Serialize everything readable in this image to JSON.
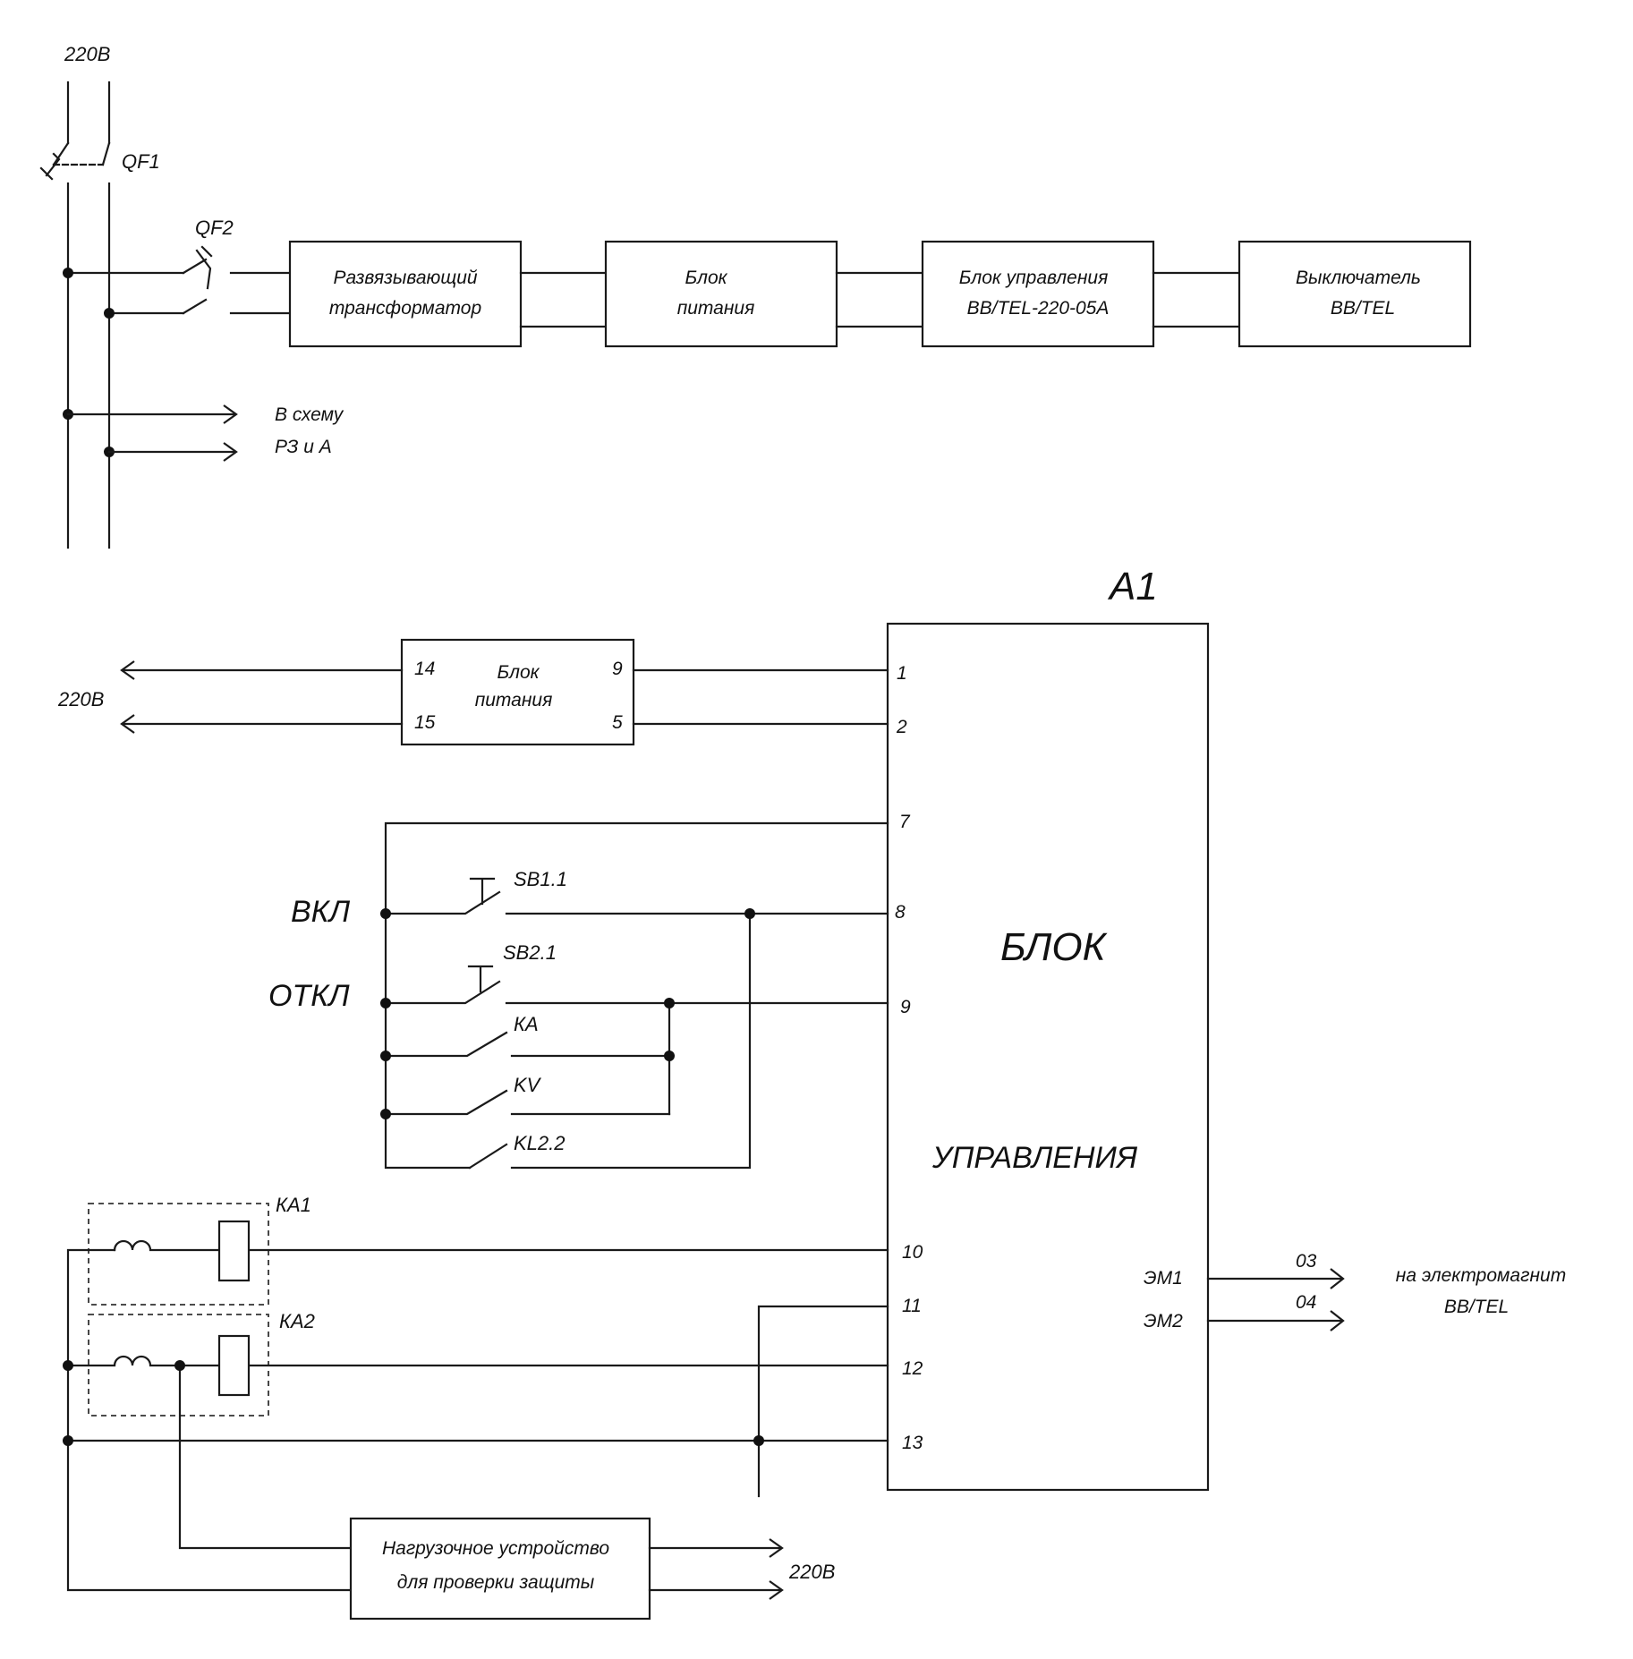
{
  "top": {
    "supply_label": "220В",
    "qf1_label": "QF1",
    "qf2_label": "QF2",
    "transformer": [
      "Развязывающий",
      "трансформатор"
    ],
    "power_unit": [
      "Блок",
      "питания"
    ],
    "control_unit": [
      "Блок управления",
      "ВВ/TEL-220-05А"
    ],
    "breaker": [
      "Выключатель",
      "ВВ/TEL"
    ],
    "to_scheme": [
      "В схему",
      "РЗ и А"
    ]
  },
  "bottom": {
    "a1_label": "А1",
    "supply_label": "220В",
    "power_unit": {
      "title": [
        "Блок",
        "питания"
      ],
      "pins": {
        "p14": "14",
        "p15": "15",
        "p9": "9",
        "p5": "5"
      }
    },
    "control_block_title": [
      "БЛОК",
      "УПРАВЛЕНИЯ"
    ],
    "pins": {
      "p1": "1",
      "p2": "2",
      "p7": "7",
      "p8": "8",
      "p9": "9",
      "p10": "10",
      "p11": "11",
      "p12": "12",
      "p13": "13"
    },
    "on_label": "ВКЛ",
    "off_label": "ОТКЛ",
    "contacts": {
      "sb11": "SB1.1",
      "sb21": "SB2.1",
      "ka": "КА",
      "kv": "KV",
      "kl22": "KL2.2"
    },
    "relays": {
      "ka1": "КА1",
      "ka2": "КА2"
    },
    "outputs": {
      "em1": "ЭМ1",
      "em2": "ЭМ2",
      "w03": "03",
      "w04": "04",
      "dest": [
        "на электромагнит",
        "ВВ/TEL"
      ]
    },
    "load_device": [
      "Нагрузочное устройство",
      "для проверки защиты"
    ],
    "load_supply_label": "220В"
  }
}
